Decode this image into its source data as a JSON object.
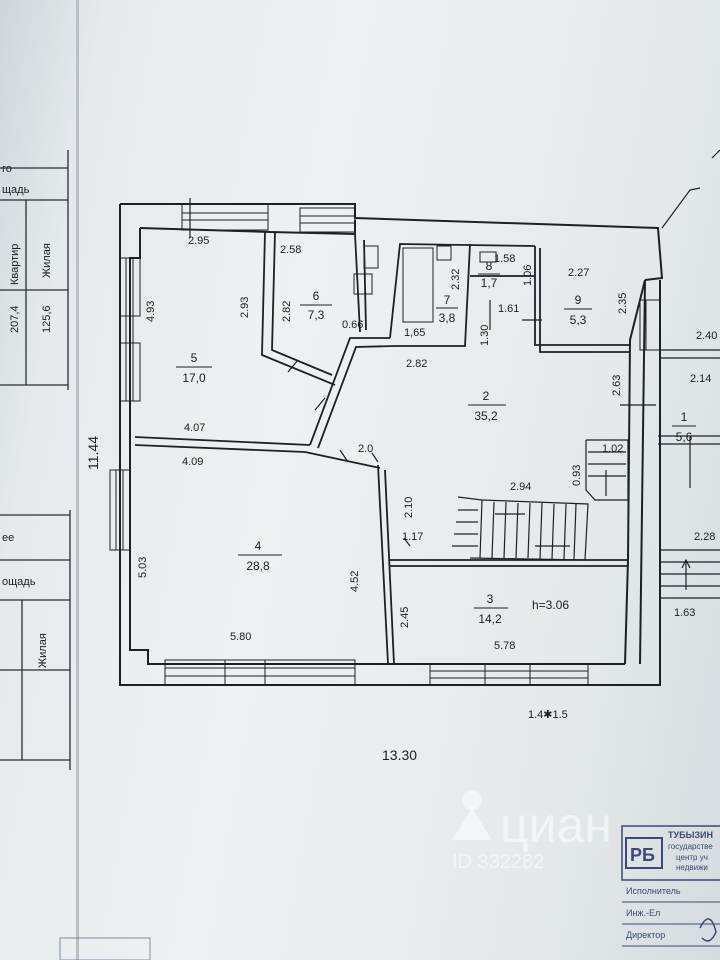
{
  "left_table": {
    "top_cells": [
      "го",
      "щадь",
      "Квартир",
      "Жилая",
      "207,4",
      "125,6"
    ],
    "bottom_cells": [
      "ее",
      "ощадь",
      "Жилая"
    ]
  },
  "plan": {
    "overall": {
      "width": "13.30",
      "height": "11.44",
      "window": "1.4✱1.5"
    },
    "rooms": [
      {
        "num": "1",
        "area": "5,6"
      },
      {
        "num": "2",
        "area": "35,2"
      },
      {
        "num": "3",
        "area": "14,2",
        "note": "h=3.06"
      },
      {
        "num": "4",
        "area": "28,8"
      },
      {
        "num": "5",
        "area": "17,0"
      },
      {
        "num": "6",
        "area": "7,3"
      },
      {
        "num": "7",
        "area": "3,8"
      },
      {
        "num": "8",
        "area": "1,7"
      },
      {
        "num": "9",
        "area": "5,3"
      }
    ],
    "dims": {
      "d295": "2.95",
      "d258": "2.58",
      "d158": "1.58",
      "d227": "2.27",
      "d240": "2.40",
      "d493": "4.93",
      "d293": "2.93",
      "d282a": "2.82",
      "d232": "2.32",
      "d106": "1.06",
      "d235": "2.35",
      "d066": "0.66",
      "d165": "1,65",
      "d161": "1.61",
      "d130": "1.30",
      "d282b": "2.82",
      "d263": "2.63",
      "d214": "2.14",
      "d407": "4.07",
      "d409": "4.09",
      "d20": "2.0",
      "d102": "1.02",
      "d093": "0.93",
      "d294": "2.94",
      "d210": "2.10",
      "d117": "1.17",
      "d503": "5.03",
      "d452": "4.52",
      "d228": "2.28",
      "d163": "1.63",
      "d245": "2.45",
      "d580": "5.80",
      "d578": "5.78"
    }
  },
  "watermark": {
    "brand": "циан",
    "id": "ID 332282"
  },
  "stamp": {
    "logo": "РБ",
    "line1": "ТУБЫЗИН",
    "line2": "государстве",
    "line3": "центр уч",
    "line4": "недвижи",
    "row1": "Исполнитель",
    "row2": "Инж.-Ел",
    "row3": "Директор"
  }
}
